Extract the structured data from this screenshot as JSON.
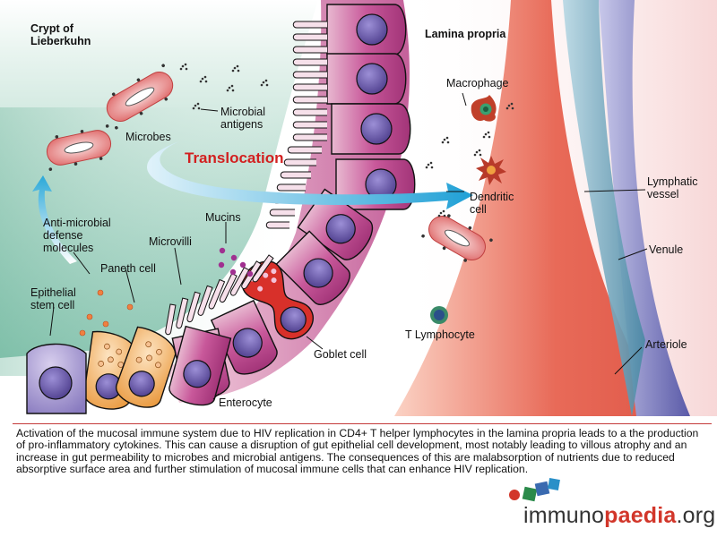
{
  "labels": {
    "crypt": "Crypt of\nLieberkuhn",
    "lamina": "Lamina propria",
    "macrophage": "Macrophage",
    "microbial_antigens": "Microbial\nantigens",
    "microbes": "Microbes",
    "translocation": "Translocation",
    "dendritic_cell": "Dendritic\ncell",
    "lymphatic_vessel": "Lymphatic\nvessel",
    "anti_microbial": "Anti-microbial\ndefense\nmolecules",
    "mucins": "Mucins",
    "microvilli": "Microvilli",
    "venule": "Venule",
    "paneth_cell": "Paneth cell",
    "epithelial_stem_cell": "Epithelial\nstem cell",
    "t_lymphocyte": "T Lymphocyte",
    "goblet_cell": "Goblet cell",
    "arteriole": "Arteriole",
    "enterocyte": "Enterocyte"
  },
  "caption": "Activation of the mucosal immune system due to HIV replication in CD4+ T helper lymphocytes in the lamina propria leads to a the production of pro-inflammatory cytokines. This can cause a disruption of gut epithelial cell development, most notably leading to villous atrophy and an increase in gut permeability to microbes and microbial antigens. The consequences of this are malabsorption of nutrients due to reduced absorptive surface area and further stimulation of mucosal immune cells that can enhance HIV replication.",
  "logo": {
    "part1": "immuno",
    "part2": "paedia",
    "part3": ".org"
  },
  "colors": {
    "crypt_background": "#8cc8b4",
    "enterocyte": "#c0508c",
    "nucleus": "#6a5ba8",
    "paneth": "#f0a04a",
    "goblet": "#d8302a",
    "arteriole": "#e85a4a",
    "venule": "#6a6ab0",
    "lymphatic": "#5a90a8",
    "translocation_arrow": "#2aa8d8",
    "translocation_text": "#d22020"
  }
}
